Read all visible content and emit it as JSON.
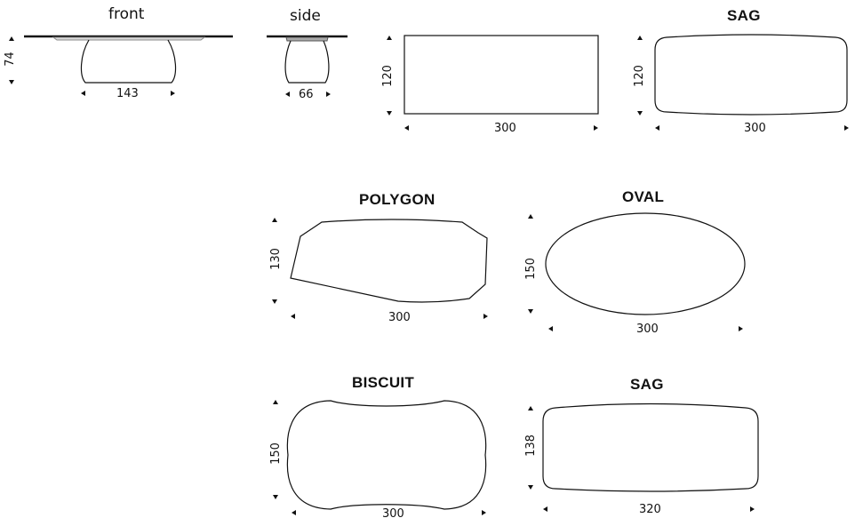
{
  "views": {
    "front": {
      "title": "front",
      "height": "74",
      "width": "143"
    },
    "side": {
      "title": "side",
      "width": "66"
    }
  },
  "shapes": {
    "rectangle": {
      "title": "",
      "height": "120",
      "width": "300"
    },
    "sag_1": {
      "title": "SAG",
      "height": "120",
      "width": "300"
    },
    "polygon": {
      "title": "POLYGON",
      "height": "130",
      "width": "300"
    },
    "oval": {
      "title": "OVAL",
      "height": "150",
      "width": "300"
    },
    "biscuit": {
      "title": "BISCUIT",
      "height": "150",
      "width": "300"
    },
    "sag_2": {
      "title": "SAG",
      "height": "138",
      "width": "320"
    }
  },
  "colors": {
    "line": "#111111",
    "top_edge": "#888888"
  }
}
